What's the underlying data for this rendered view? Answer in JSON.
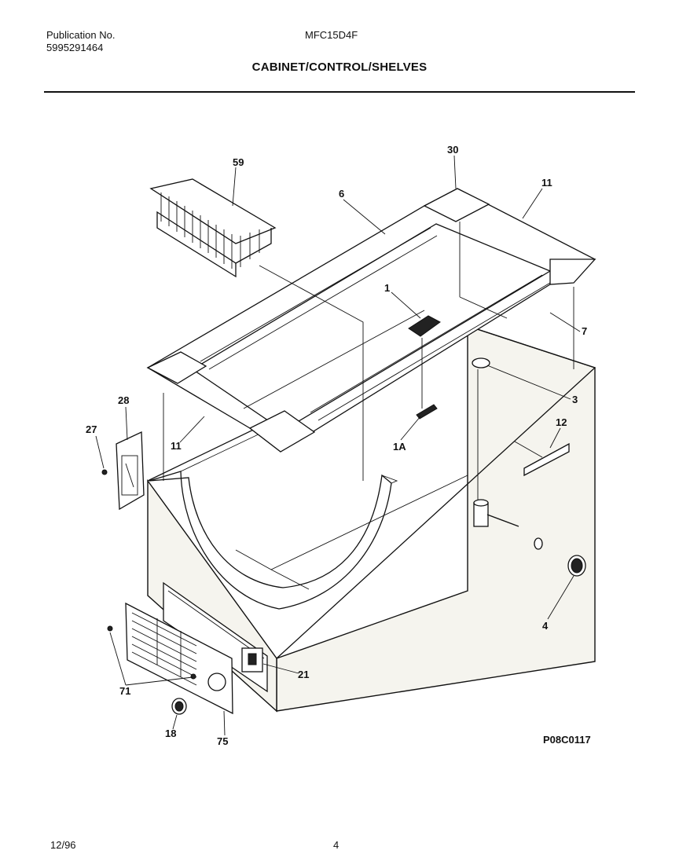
{
  "header": {
    "publication_label": "Publication No.",
    "publication_number": "5995291464",
    "model": "MFC15D4F",
    "title": "CABINET/CONTROL/SHELVES"
  },
  "footer": {
    "date": "12/96",
    "page": "4",
    "drawing_code": "P08C0117"
  },
  "callouts": {
    "c59": "59",
    "c6": "6",
    "c30": "30",
    "c11a": "11",
    "c1": "1",
    "c7": "7",
    "c3": "3",
    "c28": "28",
    "c27": "27",
    "c11b": "11",
    "c1a": "1A",
    "c12": "12",
    "c4": "4",
    "c21": "21",
    "c71": "71",
    "c18": "18",
    "c75": "75"
  }
}
